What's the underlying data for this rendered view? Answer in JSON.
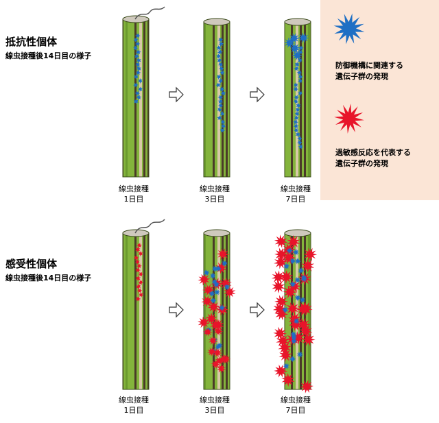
{
  "resistant": {
    "title": "抵抗性個体",
    "subtitle": "線虫接種後14日目の様子",
    "captions": [
      {
        "line1": "線虫接種",
        "line2": "1日目"
      },
      {
        "line1": "線虫接種",
        "line2": "3日目"
      },
      {
        "line1": "線虫接種",
        "line2": "7日目"
      }
    ]
  },
  "susceptible": {
    "title": "感受性個体",
    "subtitle": "線虫接種後14日目の様子",
    "captions": [
      {
        "line1": "線虫接種",
        "line2": "1日目"
      },
      {
        "line1": "線虫接種",
        "line2": "3日目"
      },
      {
        "line1": "線虫接種",
        "line2": "7日目"
      }
    ]
  },
  "legend": {
    "defense": {
      "line1": "防御機構に関連する",
      "line2": "遺伝子群の発現",
      "icon": "blue-star-icon",
      "color": "#1f6fc4"
    },
    "hypersensitive": {
      "line1": "過敏感反応を代表する",
      "line2": "遺伝子群の発現",
      "icon": "red-star-icon",
      "color": "#e8142a"
    },
    "background": "#fbe5d6"
  },
  "colors": {
    "stem_green": "#84b43c",
    "stem_brown": "#4a3a28",
    "arrow": "#ffffff"
  }
}
